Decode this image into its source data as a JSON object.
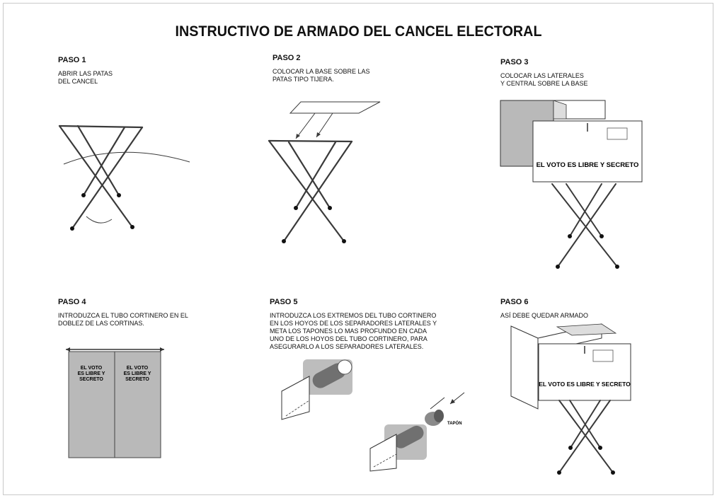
{
  "title": "INSTRUCTIVO DE ARMADO DEL CANCEL ELECTORAL",
  "steps": [
    {
      "heading": "PASO 1",
      "text": "ABRIR LAS PATAS\nDEL CANCEL"
    },
    {
      "heading": "PASO 2",
      "text": "COLOCAR LA BASE SOBRE LAS\nPATAS TIPO TIJERA."
    },
    {
      "heading": "PASO 3",
      "text": "COLOCAR LAS LATERALES\nY CENTRAL SOBRE LA BASE"
    },
    {
      "heading": "PASO 4",
      "text": "INTRODUZCA  EL TUBO CORTINERO EN EL\nDOBLEZ DE LAS CORTINAS."
    },
    {
      "heading": "PASO 5",
      "text": "INTRODUZCA LOS  EXTREMOS  DEL TUBO CORTINERO\nEN  LOS  HOYOS DE  LOS SEPARADORES  LATERALES Y\nMETA  LOS  TAPONES  LO  MAS  PROFUNDO  EN  CADA\nUNO DE LOS HOYOS DEL TUBO CORTINERO,  PARA\n  ASEGURARLO  A LOS SEPARADORES LATERALES."
    },
    {
      "heading": "PASO 6",
      "text": "ASÍ DEBE QUEDAR ARMADO"
    }
  ],
  "illustrations": {
    "sign_text": "EL VOTO ES LIBRE Y SECRETO",
    "curtain_label": "EL VOTO\nES LIBRE Y\nSECRETO",
    "cap_label": "TAPÓN",
    "colors": {
      "panel_gray": "#b9b9b9",
      "line": "#3a3a3a",
      "shadow": "#8a8a8a"
    }
  }
}
